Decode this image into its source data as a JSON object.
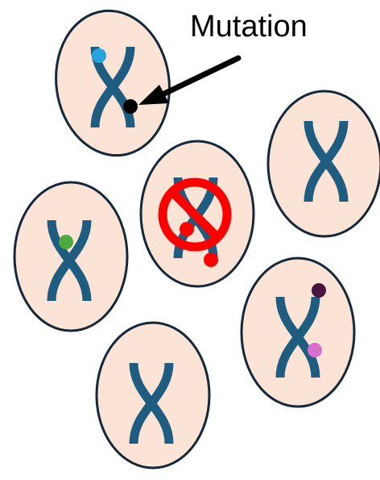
{
  "annotation": {
    "text": "Mutation"
  },
  "colors": {
    "cell_fill": "#fbe3d6",
    "cell_stroke": "#13283b",
    "chromosome": "#1f5d80",
    "arrow": "#000000",
    "prohibited_symbol": "#ff0000"
  },
  "cells": [
    {
      "name": "cell-top-left",
      "mutations": [
        "#27a3dd",
        "#000000"
      ]
    },
    {
      "name": "cell-right",
      "mutations": []
    },
    {
      "name": "cell-center-prohibited",
      "mutations": [
        "#ff0000",
        "#ff0000"
      ],
      "prohibited": true
    },
    {
      "name": "cell-left",
      "mutations": [
        "#4caa3e"
      ]
    },
    {
      "name": "cell-bottom-right",
      "mutations": [
        "#4a1440",
        "#d86fce"
      ]
    },
    {
      "name": "cell-bottom",
      "mutations": []
    }
  ]
}
